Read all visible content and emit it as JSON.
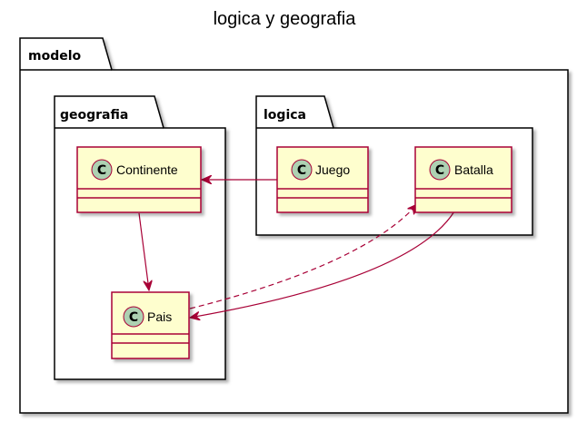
{
  "diagram": {
    "title": "logica y geografia",
    "packages": {
      "modelo": "modelo",
      "geografia": "geografia",
      "logica": "logica"
    },
    "classes": {
      "continente": {
        "name": "Continente",
        "stereotype": "C"
      },
      "pais": {
        "name": "Pais",
        "stereotype": "C"
      },
      "juego": {
        "name": "Juego",
        "stereotype": "C"
      },
      "batalla": {
        "name": "Batalla",
        "stereotype": "C"
      }
    },
    "relations": [
      {
        "from": "Juego",
        "to": "Continente",
        "style": "solid"
      },
      {
        "from": "Continente",
        "to": "Pais",
        "style": "solid"
      },
      {
        "from": "Batalla",
        "to": "Pais",
        "style": "solid"
      },
      {
        "from": "Pais",
        "to": "Batalla",
        "style": "dashed"
      }
    ],
    "colors": {
      "class_fill": "#FEFECE",
      "class_border": "#A80036",
      "arrow": "#A80036",
      "circle_fill": "#ADD1B2",
      "package_border": "#000000"
    }
  }
}
